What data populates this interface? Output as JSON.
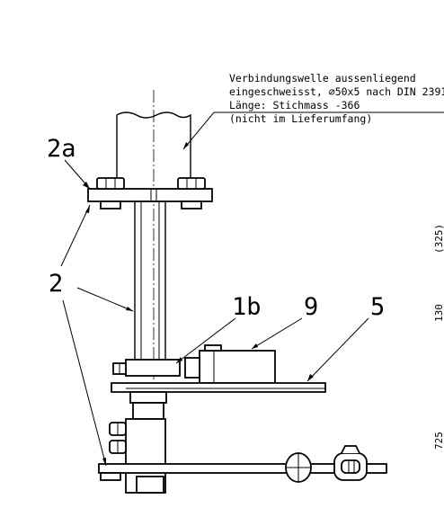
{
  "note": {
    "lines": [
      "Verbindungswelle aussenliegend",
      "eingeschweisst, ⌀50x5 nach DIN 2391",
      "Länge: Stichmass -366",
      "(nicht im Lieferumfang)"
    ]
  },
  "callouts": {
    "c2a": "2a",
    "c2": "2",
    "c1b": "1b",
    "c9": "9",
    "c5": "5"
  },
  "dimensions": {
    "d1": "(325)",
    "d2": "130",
    "d3": "725"
  }
}
